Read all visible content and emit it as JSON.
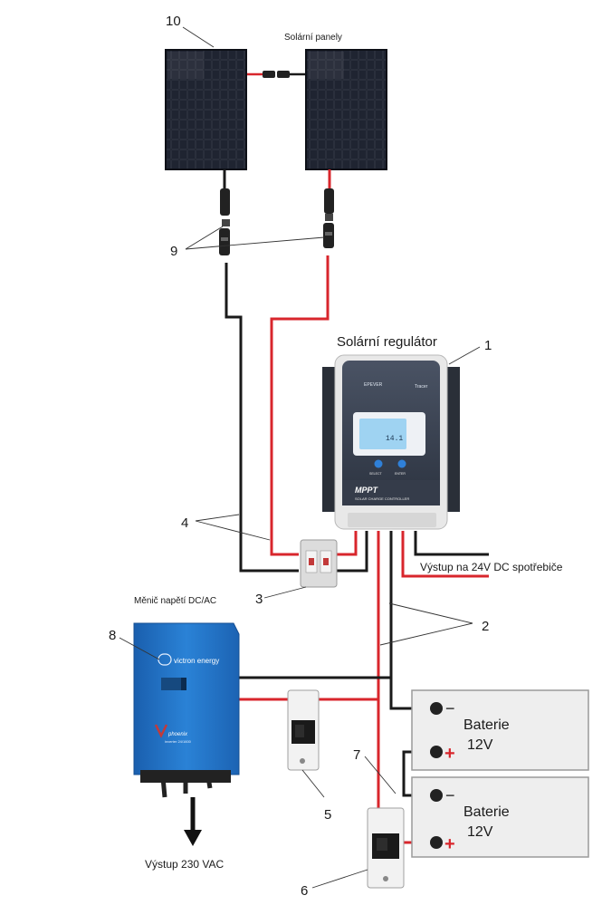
{
  "labels": {
    "solar_panels": "Solární panely",
    "solar_controller": "Solární regulátor",
    "inverter": "Měnič napětí DC/AC",
    "dc_output": "Výstup na 24V DC spotřebiče",
    "ac_output": "Výstup 230 VAC",
    "battery_top": "Baterie",
    "battery_top_voltage": "12V",
    "battery_bottom": "Baterie",
    "battery_bottom_voltage": "12V"
  },
  "callouts": {
    "n1": "1",
    "n2": "2",
    "n3": "3",
    "n4": "4",
    "n5": "5",
    "n6": "6",
    "n7": "7",
    "n8": "8",
    "n9": "9",
    "n10": "10"
  },
  "controller": {
    "brand": "EPEVER",
    "model_tag": "Tracer",
    "lcd_value": "14.1",
    "select_label": "SELECT",
    "enter_label": "ENTER",
    "mppt": "MPPT",
    "subtitle": "SOLAR CHARGE CONTROLLER"
  },
  "inverter_panel": {
    "brand": "victron energy",
    "model": "phoenix",
    "model_sub": "inverter 24/1600"
  },
  "battery_terminals": {
    "negative": "−",
    "positive": "+"
  },
  "colors": {
    "wire_red": "#d8262c",
    "wire_black": "#1a1a1a",
    "panel_cell": "#151a24",
    "controller_body": "#3a4150",
    "inverter_blue": "#1f6fc1",
    "battery_fill": "#eeeeee"
  }
}
